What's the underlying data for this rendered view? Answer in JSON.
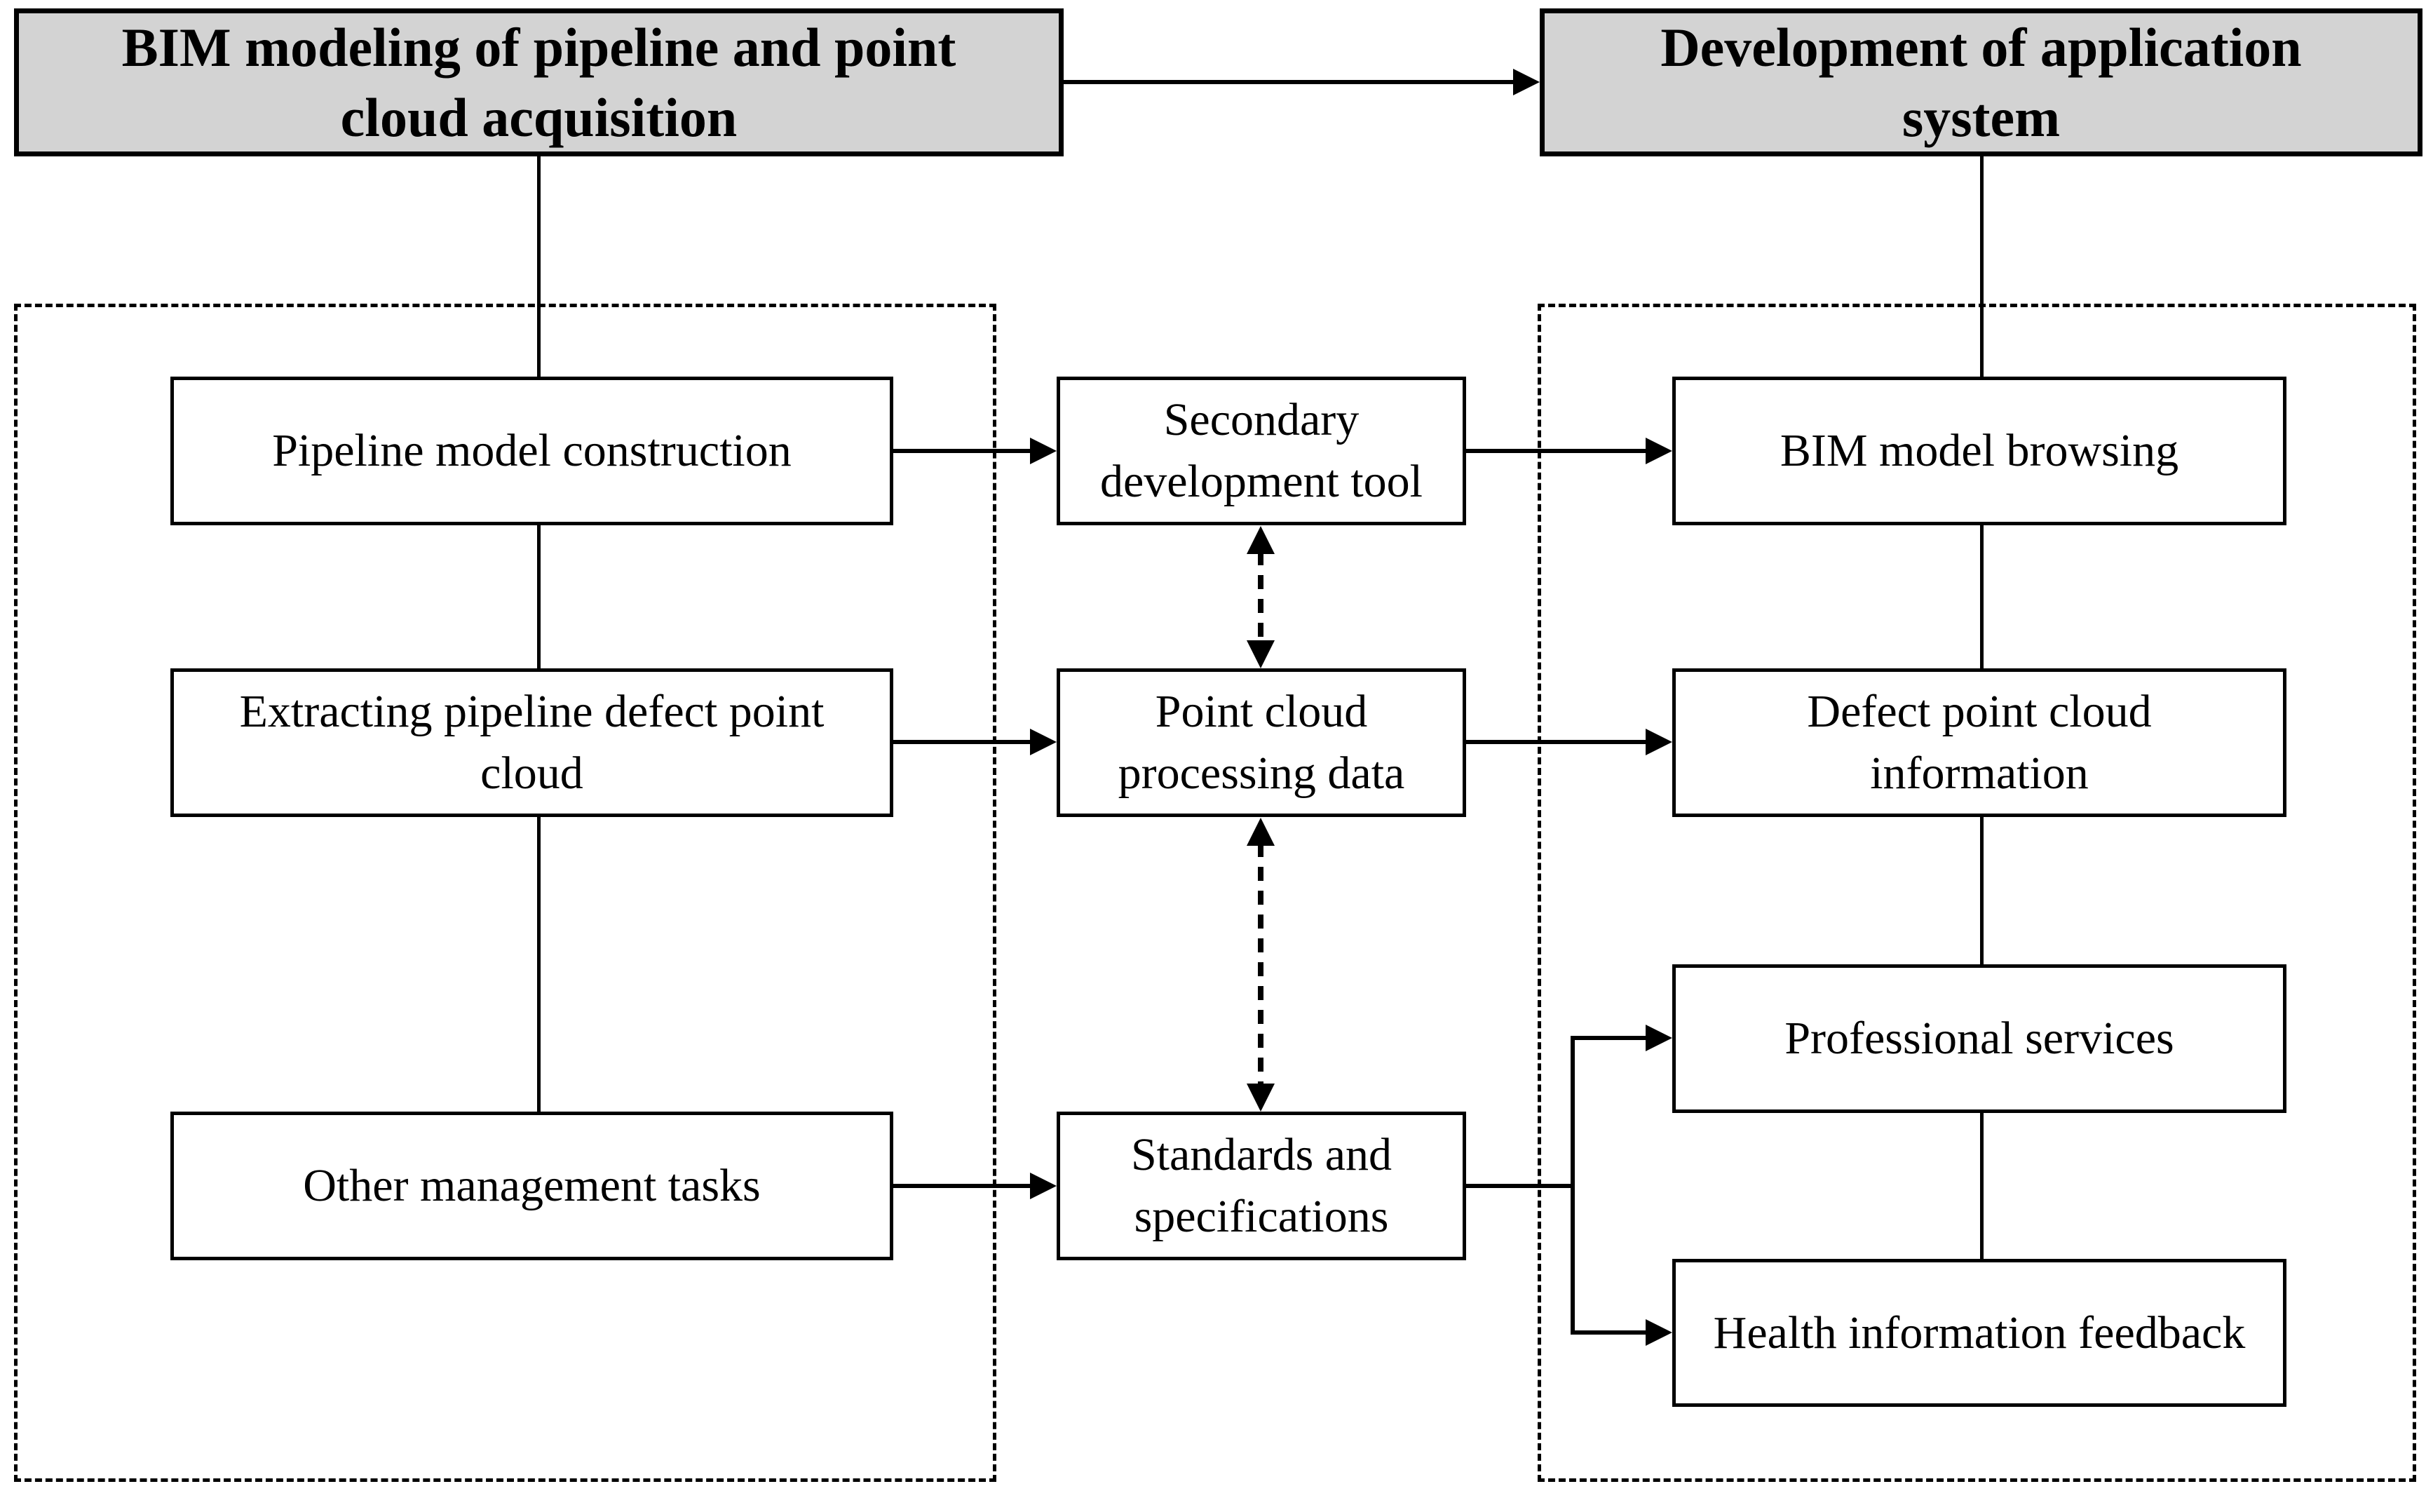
{
  "diagram": {
    "headers": {
      "left": "BIM modeling of pipeline and point\ncloud acquisition",
      "right": "Development of application\nsystem"
    },
    "left_group": {
      "boxes": [
        {
          "label": "Pipeline model construction"
        },
        {
          "label": "Extracting pipeline defect point\ncloud"
        },
        {
          "label": "Other management tasks"
        }
      ]
    },
    "middle_group": {
      "boxes": [
        {
          "label": "Secondary\ndevelopment tool"
        },
        {
          "label": "Point cloud\nprocessing data"
        },
        {
          "label": "Standards and\nspecifications"
        }
      ]
    },
    "right_group": {
      "boxes": [
        {
          "label": "BIM model browsing"
        },
        {
          "label": "Defect point cloud\ninformation"
        },
        {
          "label": "Professional services"
        },
        {
          "label": "Health information feedback"
        }
      ]
    },
    "colors": {
      "header_fill": "#d3d3d3",
      "box_fill": "#ffffff",
      "line": "#000000"
    }
  }
}
